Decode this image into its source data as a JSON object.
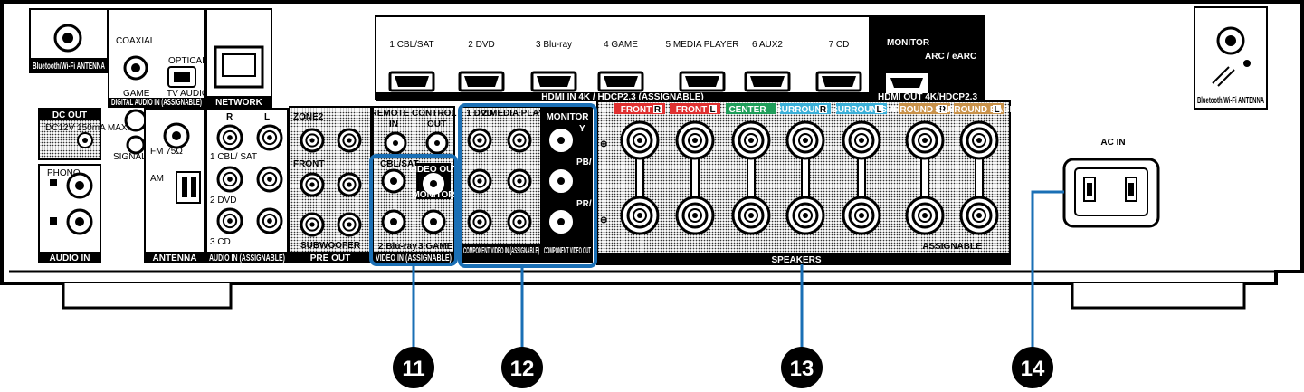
{
  "labels": {
    "bt_left": "Bluetooth/Wi-Fi ANTENNA",
    "coaxial": "COAXIAL",
    "optical": "OPTICAL",
    "game": "GAME",
    "tv_audio": "TV AUDIO",
    "digital_audio_in": "DIGITAL AUDIO IN (ASSIGNABLE)",
    "network": "NETWORK",
    "hdmi_in_title": "HDMI IN  4K / HDCP2.3 (ASSIGNABLE)",
    "hdmi_inputs": [
      "1 CBL/SAT",
      "2 DVD",
      "3 Blu-ray",
      "4 GAME",
      "5 MEDIA PLAYER",
      "6 AUX2",
      "7 CD"
    ],
    "monitor": "MONITOR",
    "arc": "ARC / eARC",
    "hdmi_out_title": "HDMI OUT 4K/HDCP2.3",
    "bt_right": "Bluetooth/Wi-Fi ANTENNA",
    "dc_out": "DC OUT",
    "dc_spec": "DC12V 150mA MAX.",
    "signal_gnd": "SIGNAL GND",
    "fm": "FM 75Ω",
    "am": "AM",
    "antenna": "ANTENNA",
    "phono": "PHONO",
    "audio_in": "AUDIO IN",
    "audio_in_assignable": "AUDIO IN (ASSIGNABLE)",
    "audio_in_sources": [
      "1 CBL/ SAT",
      "2 DVD",
      "3 CD"
    ],
    "zone2": "ZONE2",
    "front": "FRONT",
    "subwoofer": "SUBWOOFER",
    "pre_out": "PRE OUT",
    "remote_control": "REMOTE CONTROL",
    "rc_in": "IN",
    "rc_out": "OUT",
    "cbl_sat": "CBL/SAT",
    "video_out": "VIDEO OUT",
    "monitor_small": "MONITOR",
    "blu_ray": "2 Blu-ray",
    "game3": "3 GAME",
    "video_in": "VIDEO IN (ASSIGNABLE)",
    "comp_dvd": "1 DVD",
    "comp_media": "2 MEDIA PLAYER",
    "comp_monitor": "MONITOR",
    "y": "Y",
    "pb": "PB/ CB",
    "pr": "PR/ CR",
    "component_in": "COMPONENT VIDEO IN (ASSIGNABLE)",
    "component_out": "COMPONENT VIDEO OUT",
    "speaker_channels": [
      "FRONT",
      "FRONT",
      "CENTER",
      "SURROUND",
      "SURROUND",
      "SURROUND BACK",
      "SURROUND BACK"
    ],
    "speaker_sides": [
      "R",
      "L",
      "",
      "R",
      "L",
      "R",
      "L"
    ],
    "speakers": "SPEAKERS",
    "assignable": "ASSIGNABLE",
    "ac_in": "AC IN",
    "plus": "⊕",
    "minus": "⊖",
    "L": "L",
    "R": "R"
  },
  "callouts": [
    "11",
    "12",
    "13",
    "14"
  ],
  "colors": {
    "callout_line": "#1a6fb5",
    "front": "#e03030",
    "center": "#1f9e5a",
    "surround": "#3bb0d8",
    "surround_back": "#c9924a"
  }
}
